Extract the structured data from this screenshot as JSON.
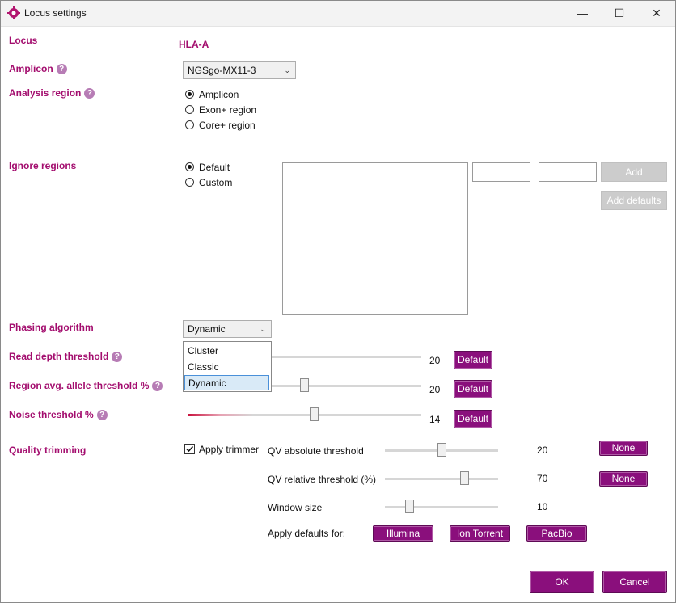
{
  "window": {
    "title": "Locus settings",
    "minimize_icon": "minimize-icon",
    "maximize_icon": "maximize-icon",
    "close_icon": "close-icon"
  },
  "locus": {
    "label": "Locus",
    "value": "HLA-A"
  },
  "amplicon": {
    "label": "Amplicon",
    "help": "?",
    "selected": "NGSgo-MX11-3"
  },
  "analysis_region": {
    "label": "Analysis region",
    "help": "?",
    "options": [
      {
        "label": "Amplicon",
        "checked": true
      },
      {
        "label": "Exon+ region",
        "checked": false
      },
      {
        "label": "Core+ region",
        "checked": false
      }
    ]
  },
  "ignore_regions": {
    "label": "Ignore regions",
    "options": [
      {
        "label": "Default",
        "checked": true
      },
      {
        "label": "Custom",
        "checked": false
      }
    ],
    "start_value": "",
    "end_value": "",
    "add_label": "Add",
    "add_defaults_label": "Add defaults"
  },
  "phasing": {
    "label": "Phasing algorithm",
    "selected": "Dynamic",
    "options": [
      "Cluster",
      "Classic",
      "Dynamic"
    ]
  },
  "read_depth": {
    "label": "Read depth threshold",
    "help": "?",
    "value": "20",
    "default_label": "Default"
  },
  "region_avg": {
    "label": "Region avg. allele threshold %",
    "help": "?",
    "value": "20",
    "default_label": "Default"
  },
  "noise": {
    "label": "Noise threshold %",
    "help": "?",
    "value": "14",
    "default_label": "Default"
  },
  "quality": {
    "label": "Quality trimming",
    "apply_label": "Apply trimmer",
    "apply_checked": true,
    "qv_abs": {
      "label": "QV absolute threshold",
      "value": "20",
      "button": "None"
    },
    "qv_rel": {
      "label": "QV relative threshold (%)",
      "value": "70",
      "button": "None"
    },
    "window": {
      "label": "Window size",
      "value": "10"
    },
    "defaults_label": "Apply defaults for:",
    "presets": [
      "Illumina",
      "Ion Torrent",
      "PacBio"
    ]
  },
  "footer": {
    "ok_label": "OK",
    "cancel_label": "Cancel"
  },
  "colors": {
    "accent": "#a30d6e",
    "button": "#8a0f7c"
  }
}
